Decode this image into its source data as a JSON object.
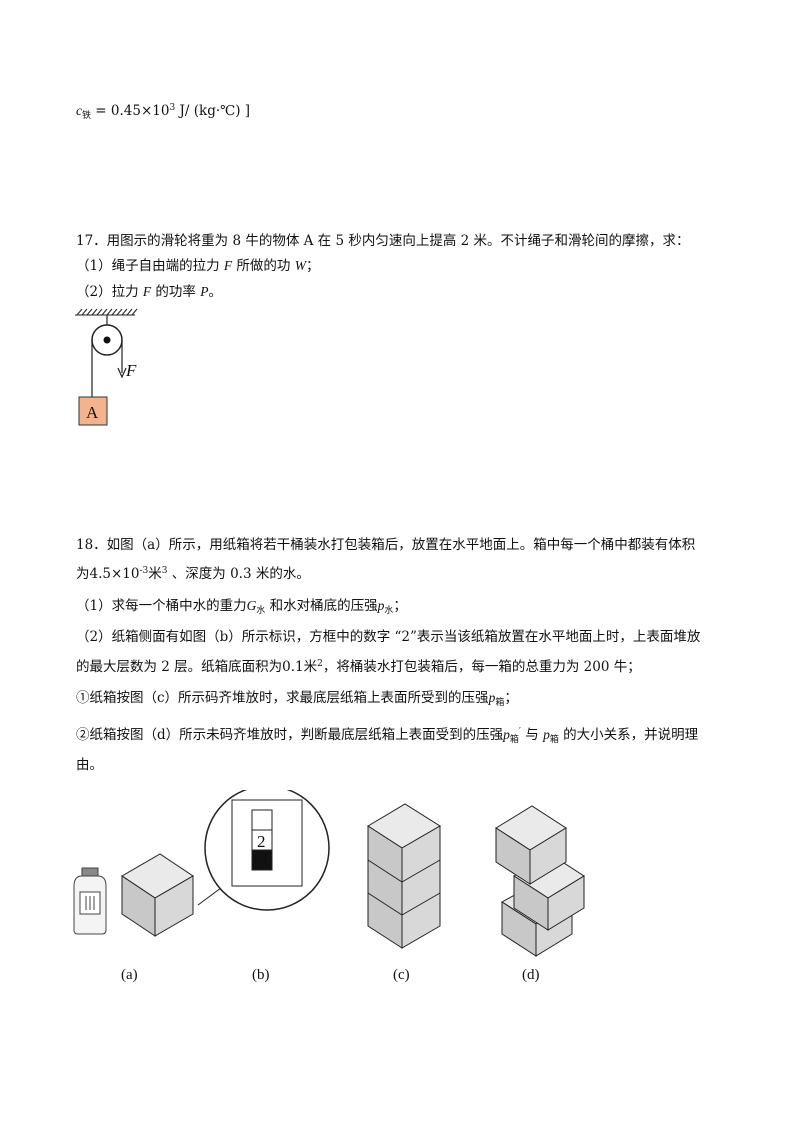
{
  "formula": {
    "c": "c",
    "sub": "铁",
    "eq": " = 0.45×10",
    "exp": "3",
    "unit": " J/ (kg·℃) ]"
  },
  "q17": {
    "stem": "17．用图示的滑轮将重为 8 牛的物体 A 在 5 秒内匀速向上提高 2 米。不计绳子和滑轮间的摩擦，求：",
    "p1_a": "（1）绳子自由端的拉力 ",
    "p1_F": "F",
    "p1_b": " 所做的功 ",
    "p1_W": "W",
    "p1_c": "；",
    "p2_a": "（2）拉力 ",
    "p2_F": "F",
    "p2_b": " 的功率 ",
    "p2_P": "P",
    "p2_c": "。",
    "fig_label_F": "F",
    "fig_label_A": "A"
  },
  "q18": {
    "l1": "18．如图（a）所示，用纸箱将若干桶装水打包装箱后，放置在水平地面上。箱中每一个桶中都装有体积",
    "l2_a": "为4.5×10",
    "l2_exp": "-3",
    "l2_b": "米",
    "l2_exp2": "3",
    "l2_c": " 、深度为 0.3 米的水。",
    "l3_a": "（1）求每一个桶中水的重力",
    "l3_G": "G",
    "l3_Gsub": "水",
    "l3_b": " 和水对桶底的压强",
    "l3_p": "p",
    "l3_psub": "水",
    "l3_c": "；",
    "l4": "（2）纸箱侧面有如图（b）所示标识，方框中的数字 “2”表示当该纸箱放置在水平地面上时，上表面堆放",
    "l5_a": "的最大层数为 2 层。纸箱底面积为",
    "l5_val": "0.1米",
    "l5_exp": "2",
    "l5_b": "，将桶装水打包装箱后，每一箱的总重力为 200 牛；",
    "l6_a": "①纸箱按图（c）所示码齐堆放时，求最底层纸箱上表面所受到的压强",
    "l6_p": "p",
    "l6_psub": "箱",
    "l6_b": "；",
    "l7_a": "②纸箱按图（d）所示未码齐堆放时，判断最底层纸箱上表面受到的压强",
    "l7_p": "p",
    "l7_psub": "箱",
    "l7_prime": "′",
    "l7_b": " 与 ",
    "l7_p2": "p",
    "l7_p2sub": "箱",
    "l7_c": " 的大小关系，并说明理",
    "l8": "由。",
    "badge_digit": "2",
    "captions": [
      "(a)",
      "(b)",
      "(c)",
      "(d)"
    ]
  }
}
